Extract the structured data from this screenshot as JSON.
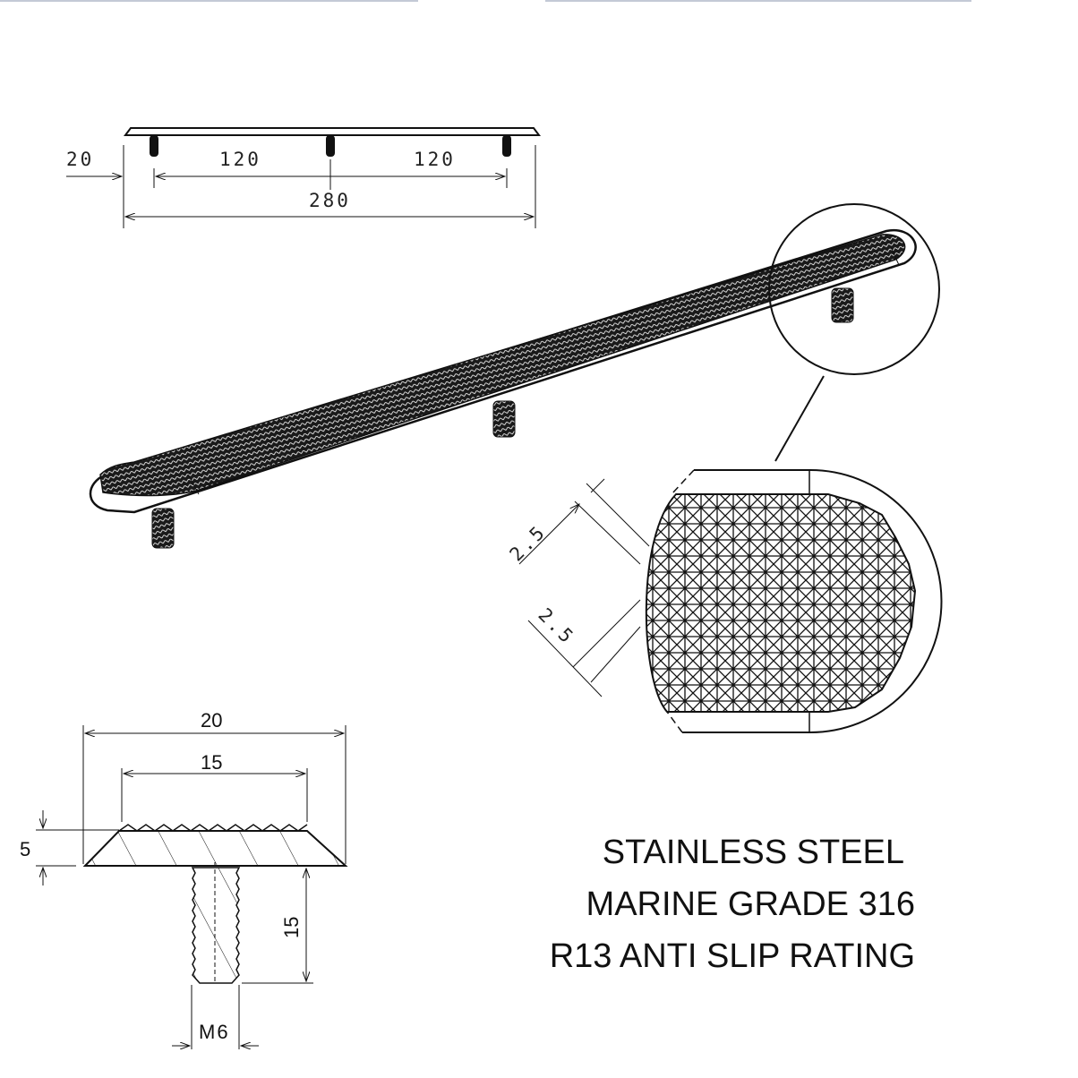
{
  "top_view": {
    "dimensions": {
      "end_offset": "20",
      "stud_spacing_left": "120",
      "stud_spacing_right": "120",
      "overall_length": "280"
    }
  },
  "detail_view": {
    "pyramid_pitch_1": "2.5",
    "pyramid_pitch_2": "2.5"
  },
  "section_view": {
    "overall_width": "20",
    "top_width": "15",
    "height": "5",
    "stud_length": "15",
    "thread": "M6"
  },
  "specs": {
    "line1": "STAINLESS STEEL",
    "line2": "MARINE GRADE 316",
    "line3": "R13 ANTI SLIP RATING"
  },
  "colors": {
    "line": "#111111",
    "top_rule": "#c3c9d6"
  }
}
